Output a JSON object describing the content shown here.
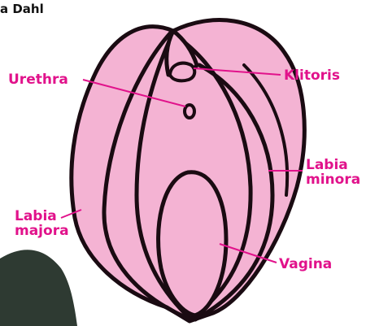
{
  "credit_text": "a Dahl",
  "labels": {
    "urethra": "Urethra",
    "klitoris": "Klitoris",
    "labia_minora_line1": "Labia",
    "labia_minora_line2": "minora",
    "labia_majora_line1": "Labia",
    "labia_majora_line2": "majora",
    "vagina": "Vagina"
  },
  "colors": {
    "organ_fill": "#f4b3d3",
    "outline": "#1a0b12",
    "label_color": "#e1128b",
    "dark_background": "#2e3a32"
  }
}
